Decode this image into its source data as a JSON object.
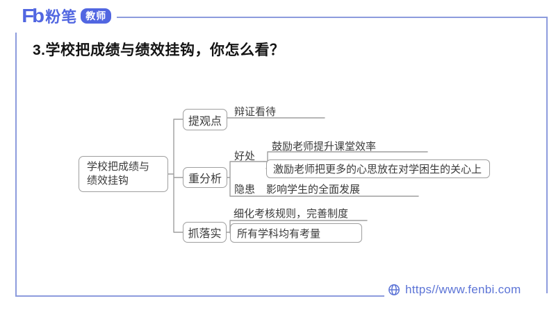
{
  "brand": {
    "fb": "Fb",
    "name": "粉笔",
    "badge": "教师"
  },
  "title": "3.学校把成绩与绩效挂钩，你怎么看？",
  "mindmap": {
    "root": {
      "label": "学校把成绩与绩效挂钩",
      "lines": [
        "学校把成绩与",
        "绩效挂钩"
      ]
    },
    "branches": [
      {
        "label": "提观点",
        "children": [
          {
            "label": "辩证看待",
            "style": "underline"
          }
        ]
      },
      {
        "label": "重分析",
        "children": [
          {
            "label": "好处",
            "style": "underline",
            "children": [
              {
                "label": "鼓励老师提升课堂效率",
                "style": "underline"
              },
              {
                "label": "激励老师把更多的心思放在对学困生的关心上",
                "style": "box"
              }
            ]
          },
          {
            "label": "隐患",
            "style": "underline",
            "children": [
              {
                "label": "影响学生的全面发展",
                "style": "underline"
              }
            ]
          }
        ]
      },
      {
        "label": "抓落实",
        "children": [
          {
            "label": "细化考核规则，完善制度",
            "style": "underline"
          },
          {
            "label": "所有学科均有考量",
            "style": "box"
          }
        ]
      }
    ]
  },
  "footer": {
    "url": "https//www.fenbi.com",
    "globe_icon": "globe-icon"
  },
  "colors": {
    "brand_blue": "#5166E1",
    "frame_blue": "#8C9BDD",
    "footer_blue": "#5C74D6",
    "diagram_gray": "#9E9E9E",
    "text_dark": "#3A3A3A"
  }
}
